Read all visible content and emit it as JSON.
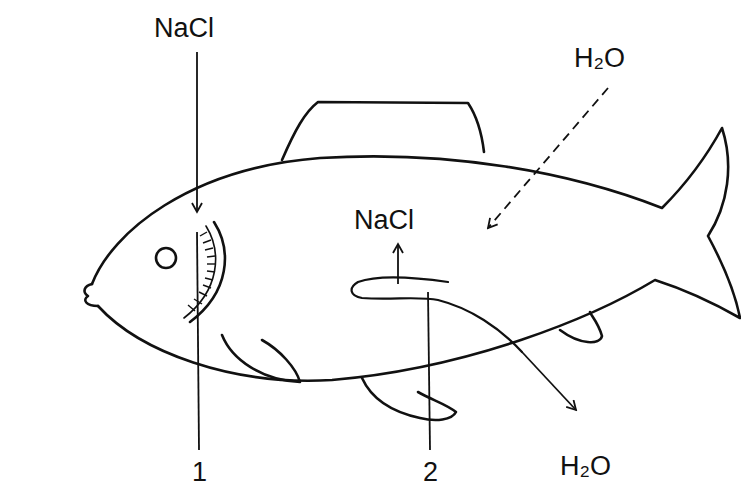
{
  "diagram": {
    "labels": [
      "NaCl",
      "H₂O",
      "NaCl",
      "1",
      "2",
      "H₂O"
    ]
  }
}
